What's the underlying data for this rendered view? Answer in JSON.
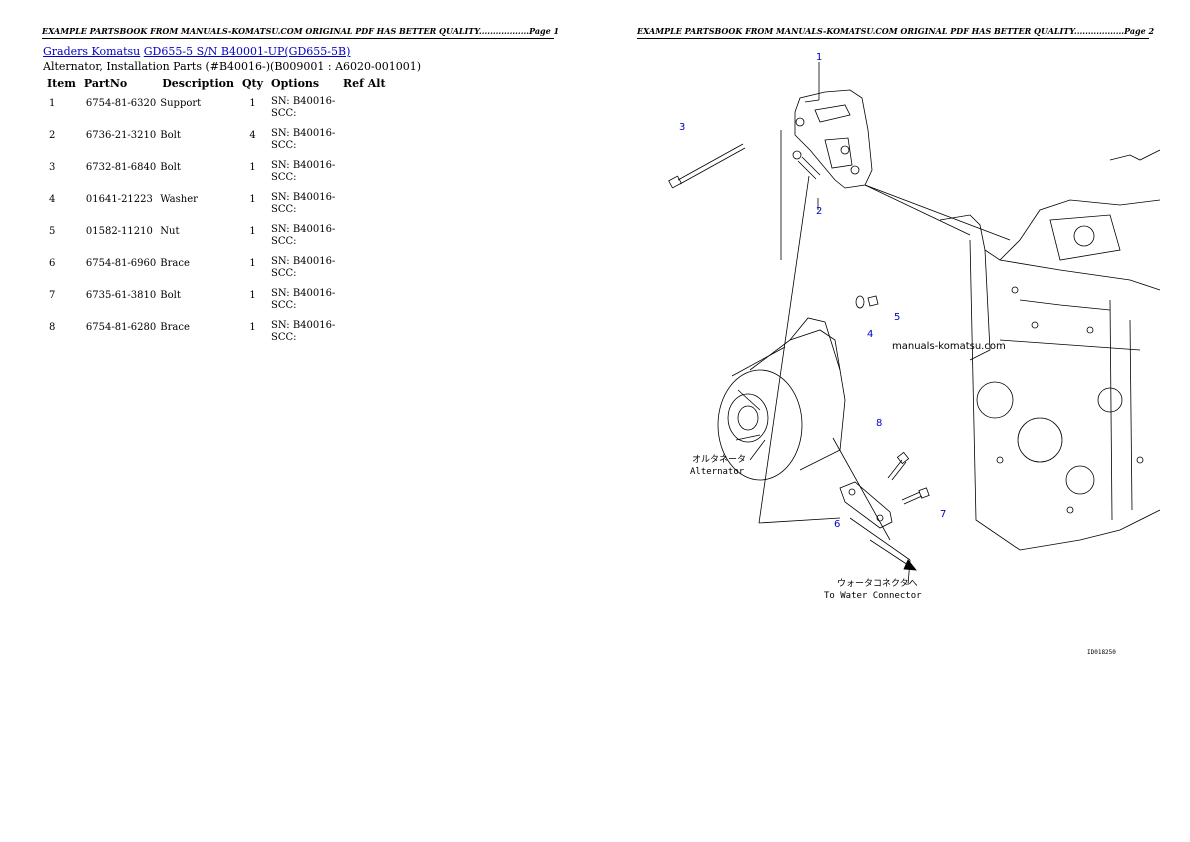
{
  "header": {
    "page1": "EXAMPLE PARTSBOOK FROM MANUALS-KOMATSU.COM ORIGINAL PDF HAS BETTER QUALITY..................Page 1",
    "page2": "EXAMPLE PARTSBOOK FROM MANUALS-KOMATSU.COM ORIGINAL PDF HAS BETTER QUALITY..................Page 2"
  },
  "breadcrumb": {
    "link1": "Graders Komatsu",
    "link2": "GD655-5 S/N B40001-UP(GD655-5B)"
  },
  "subtitle": "Alternator, Installation Parts (#B40016-)(B009001 : A6020-001001)",
  "table": {
    "columns": [
      "Item",
      "PartNo",
      "Description",
      "Qty",
      "Options",
      "Ref Alt"
    ],
    "rows": [
      {
        "item": "1",
        "partno": "6754-81-6320",
        "desc": "Support",
        "qty": "1",
        "opt1": "SN: B40016-",
        "opt2": "SCC:"
      },
      {
        "item": "2",
        "partno": "6736-21-3210",
        "desc": "Bolt",
        "qty": "4",
        "opt1": "SN: B40016-",
        "opt2": "SCC:"
      },
      {
        "item": "3",
        "partno": "6732-81-6840",
        "desc": "Bolt",
        "qty": "1",
        "opt1": "SN: B40016-",
        "opt2": "SCC:"
      },
      {
        "item": "4",
        "partno": "01641-21223",
        "desc": "Washer",
        "qty": "1",
        "opt1": "SN: B40016-",
        "opt2": "SCC:"
      },
      {
        "item": "5",
        "partno": "01582-11210",
        "desc": "Nut",
        "qty": "1",
        "opt1": "SN: B40016-",
        "opt2": "SCC:"
      },
      {
        "item": "6",
        "partno": "6754-81-6960",
        "desc": "Brace",
        "qty": "1",
        "opt1": "SN: B40016-",
        "opt2": "SCC:"
      },
      {
        "item": "7",
        "partno": "6735-61-3810",
        "desc": "Bolt",
        "qty": "1",
        "opt1": "SN: B40016-",
        "opt2": "SCC:"
      },
      {
        "item": "8",
        "partno": "6754-81-6280",
        "desc": "Brace",
        "qty": "1",
        "opt1": "SN: B40016-",
        "opt2": "SCC:"
      }
    ]
  },
  "diagram": {
    "callouts": [
      "1",
      "2",
      "3",
      "4",
      "5",
      "6",
      "7",
      "8"
    ],
    "alternator_jp": "オルタネータ",
    "alternator_en": "Alternator",
    "water_jp": "ウォータコネクタへ",
    "water_en": "To Water Connector",
    "watermark": "manuals-komatsu.com",
    "drawing_id": "ID018250"
  }
}
